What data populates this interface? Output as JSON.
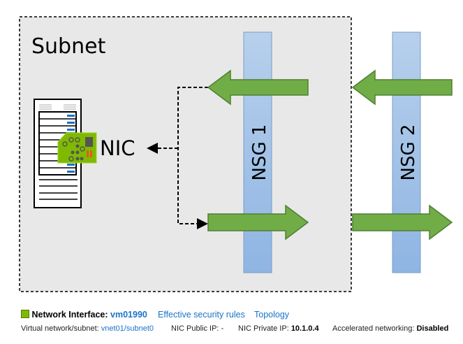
{
  "diagram": {
    "subnet_label": "Subnet",
    "nic_label": "NIC",
    "nsg1_label": "NSG 1",
    "nsg2_label": "NSG 2",
    "colors": {
      "arrow": "#70ad47",
      "nsg": "#9dbfe6",
      "subnet_bg": "#e8e8e8"
    }
  },
  "info": {
    "title_prefix": "Network Interface:",
    "interface_name": "vm01990",
    "effective_rules": "Effective security rules",
    "topology": "Topology",
    "vnet_label": "Virtual network/subnet:",
    "vnet_value": "vnet01/subnet0",
    "public_ip_label": "NIC Public IP:",
    "public_ip_value": "-",
    "private_ip_label": "NIC Private IP:",
    "private_ip_value": "10.1.0.4",
    "accel_label": "Accelerated networking:",
    "accel_value": "Disabled"
  }
}
